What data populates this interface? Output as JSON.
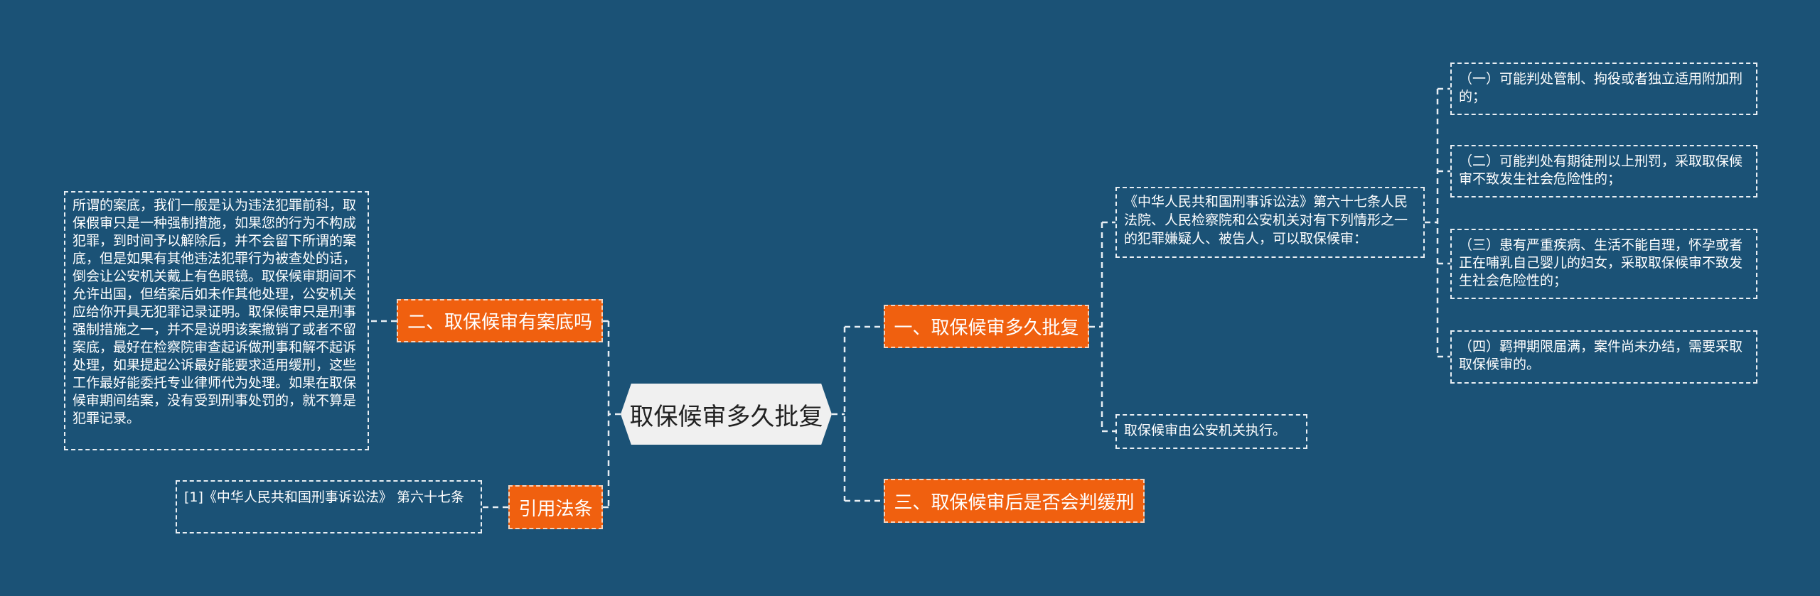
{
  "root": {
    "title": "取保候审多久批复"
  },
  "left": {
    "node1": {
      "label": "二、取保候审有案底吗",
      "detail": "所谓的案底，我们一般是认为违法犯罪前科，取保假审只是一种强制措施，如果您的行为不构成犯罪，到时间予以解除后，并不会留下所谓的案底，但是如果有其他违法犯罪行为被查处的话，倒会让公安机关戴上有色眼镜。取保候审期间不允许出国，但结案后如未作其他处理，公安机关应给你开具无犯罪记录证明。取保候审只是刑事强制措施之一，并不是说明该案撤销了或者不留案底，最好在检察院审查起诉做刑事和解不起诉处理，如果提起公诉最好能要求适用缓刑，这些工作最好能委托专业律师代为处理。如果在取保候审期间结案，没有受到刑事处罚的，就不算是犯罪记录。"
    },
    "node2": {
      "label": "引用法条",
      "detail": "[1]《中华人民共和国刑事诉讼法》 第六十七条"
    }
  },
  "right": {
    "node1": {
      "label": "一、取保候审多久批复",
      "law": "《中华人民共和国刑事诉讼法》第六十七条人民法院、人民检察院和公安机关对有下列情形之一的犯罪嫌疑人、被告人，可以取保候审：",
      "conditions": [
        "（一）可能判处管制、拘役或者独立适用附加刑的；",
        "（二）可能判处有期徒刑以上刑罚，采取取保候审不致发生社会危险性的；",
        "（三）患有严重疾病、生活不能自理，怀孕或者正在哺乳自己婴儿的妇女，采取取保候审不致发生社会危险性的；",
        "（四）羁押期限届满，案件尚未办结，需要采取取保候审的。"
      ],
      "execution": "取保候审由公安机关执行。"
    },
    "node2": {
      "label": "三、取保候审后是否会判缓刑"
    }
  },
  "colors": {
    "background": "#1b5276",
    "accent": "#f0600f",
    "root": "#f0f0f0"
  }
}
